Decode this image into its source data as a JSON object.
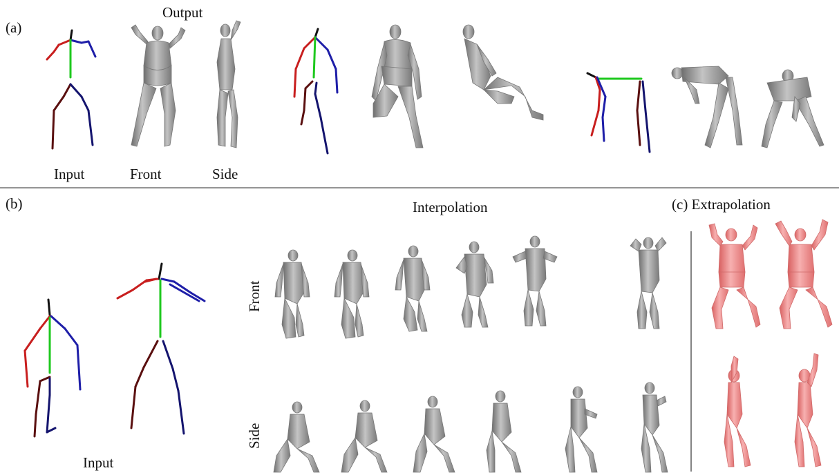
{
  "panel_a": {
    "label": "(a)",
    "output_label": "Output",
    "col_labels": [
      "Input",
      "Front",
      "Side"
    ]
  },
  "panel_b": {
    "label": "(b)",
    "title": "Interpolation",
    "row_labels": [
      "Front",
      "Side"
    ],
    "input_label": "Input"
  },
  "panel_c": {
    "label": "(c) Extrapolation"
  },
  "colors": {
    "skeleton_red": "#c81e1e",
    "skeleton_blue": "#1e1ea8",
    "skeleton_green": "#1ec81e",
    "skeleton_darkred": "#5a0f0f",
    "skeleton_navy": "#14146e",
    "mesh_gray": "#9a9a9a",
    "mesh_pink": "#f08a8a"
  }
}
